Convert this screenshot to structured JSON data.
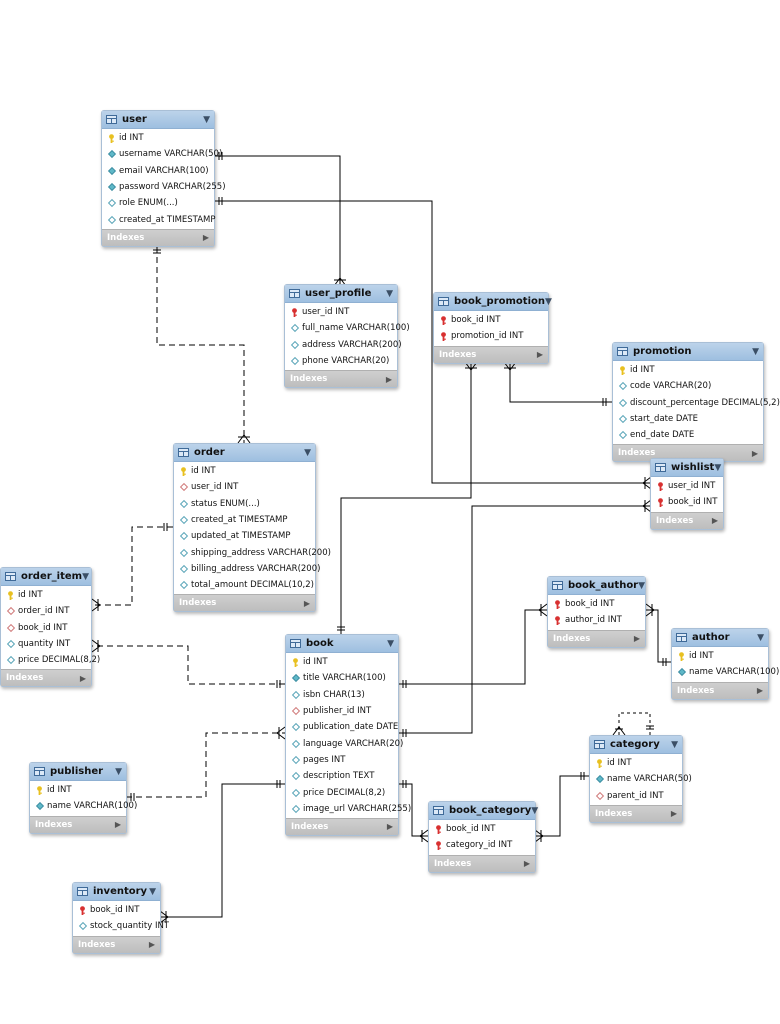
{
  "tables": [
    {
      "id": "user",
      "name": "user",
      "columns": [
        {
          "text": "id INT",
          "icon": "pk"
        },
        {
          "text": "username VARCHAR(50)",
          "icon": "attr"
        },
        {
          "text": "email VARCHAR(100)",
          "icon": "attr"
        },
        {
          "text": "password VARCHAR(255)",
          "icon": "attr"
        },
        {
          "text": "role ENUM(...)",
          "icon": "nullable"
        },
        {
          "text": "created_at TIMESTAMP",
          "icon": "nullable"
        }
      ],
      "indexes": "Indexes"
    },
    {
      "id": "user_profile",
      "name": "user_profile",
      "columns": [
        {
          "text": "user_id INT",
          "icon": "pkfk"
        },
        {
          "text": "full_name VARCHAR(100)",
          "icon": "nullable"
        },
        {
          "text": "address VARCHAR(200)",
          "icon": "nullable"
        },
        {
          "text": "phone VARCHAR(20)",
          "icon": "nullable"
        }
      ],
      "indexes": "Indexes"
    },
    {
      "id": "book_promotion",
      "name": "book_promotion",
      "columns": [
        {
          "text": "book_id INT",
          "icon": "pkfk"
        },
        {
          "text": "promotion_id INT",
          "icon": "pkfk"
        }
      ],
      "indexes": "Indexes"
    },
    {
      "id": "promotion",
      "name": "promotion",
      "columns": [
        {
          "text": "id INT",
          "icon": "pk"
        },
        {
          "text": "code VARCHAR(20)",
          "icon": "nullable"
        },
        {
          "text": "discount_percentage DECIMAL(5,2)",
          "icon": "nullable"
        },
        {
          "text": "start_date DATE",
          "icon": "nullable"
        },
        {
          "text": "end_date DATE",
          "icon": "nullable"
        }
      ],
      "indexes": "Indexes"
    },
    {
      "id": "wishlist",
      "name": "wishlist",
      "columns": [
        {
          "text": "user_id INT",
          "icon": "pkfk"
        },
        {
          "text": "book_id INT",
          "icon": "pkfk"
        }
      ],
      "indexes": "Indexes"
    },
    {
      "id": "order",
      "name": "order",
      "columns": [
        {
          "text": "id INT",
          "icon": "pk"
        },
        {
          "text": "user_id INT",
          "icon": "fk"
        },
        {
          "text": "status ENUM(...)",
          "icon": "nullable"
        },
        {
          "text": "created_at TIMESTAMP",
          "icon": "nullable"
        },
        {
          "text": "updated_at TIMESTAMP",
          "icon": "nullable"
        },
        {
          "text": "shipping_address VARCHAR(200)",
          "icon": "nullable"
        },
        {
          "text": "billing_address VARCHAR(200)",
          "icon": "nullable"
        },
        {
          "text": "total_amount DECIMAL(10,2)",
          "icon": "nullable"
        }
      ],
      "indexes": "Indexes"
    },
    {
      "id": "order_item",
      "name": "order_item",
      "columns": [
        {
          "text": "id INT",
          "icon": "pk"
        },
        {
          "text": "order_id INT",
          "icon": "fk"
        },
        {
          "text": "book_id INT",
          "icon": "fk"
        },
        {
          "text": "quantity INT",
          "icon": "nullable"
        },
        {
          "text": "price DECIMAL(8,2)",
          "icon": "nullable"
        }
      ],
      "indexes": "Indexes"
    },
    {
      "id": "book_author",
      "name": "book_author",
      "columns": [
        {
          "text": "book_id INT",
          "icon": "pkfk"
        },
        {
          "text": "author_id INT",
          "icon": "pkfk"
        }
      ],
      "indexes": "Indexes"
    },
    {
      "id": "author",
      "name": "author",
      "columns": [
        {
          "text": "id INT",
          "icon": "pk"
        },
        {
          "text": "name VARCHAR(100)",
          "icon": "attr"
        }
      ],
      "indexes": "Indexes"
    },
    {
      "id": "book",
      "name": "book",
      "columns": [
        {
          "text": "id INT",
          "icon": "pk"
        },
        {
          "text": "title VARCHAR(100)",
          "icon": "attr"
        },
        {
          "text": "isbn CHAR(13)",
          "icon": "nullable"
        },
        {
          "text": "publisher_id INT",
          "icon": "fk"
        },
        {
          "text": "publication_date DATE",
          "icon": "nullable"
        },
        {
          "text": "language VARCHAR(20)",
          "icon": "nullable"
        },
        {
          "text": "pages INT",
          "icon": "nullable"
        },
        {
          "text": "description TEXT",
          "icon": "nullable"
        },
        {
          "text": "price DECIMAL(8,2)",
          "icon": "nullable"
        },
        {
          "text": "image_url VARCHAR(255)",
          "icon": "nullable"
        }
      ],
      "indexes": "Indexes"
    },
    {
      "id": "category",
      "name": "category",
      "columns": [
        {
          "text": "id INT",
          "icon": "pk"
        },
        {
          "text": "name VARCHAR(50)",
          "icon": "attr"
        },
        {
          "text": "parent_id INT",
          "icon": "fk"
        }
      ],
      "indexes": "Indexes"
    },
    {
      "id": "publisher",
      "name": "publisher",
      "columns": [
        {
          "text": "id INT",
          "icon": "pk"
        },
        {
          "text": "name VARCHAR(100)",
          "icon": "attr"
        }
      ],
      "indexes": "Indexes"
    },
    {
      "id": "book_category",
      "name": "book_category",
      "columns": [
        {
          "text": "book_id INT",
          "icon": "pkfk"
        },
        {
          "text": "category_id INT",
          "icon": "pkfk"
        }
      ],
      "indexes": "Indexes"
    },
    {
      "id": "inventory",
      "name": "inventory",
      "columns": [
        {
          "text": "book_id INT",
          "icon": "pkfk"
        },
        {
          "text": "stock_quantity INT",
          "icon": "nullable"
        }
      ],
      "indexes": "Indexes"
    }
  ],
  "relationships": [
    {
      "from": "user",
      "to": "user_profile",
      "identifying": true,
      "cardinality": "one-to-many"
    },
    {
      "from": "user",
      "to": "wishlist",
      "identifying": true,
      "cardinality": "one-to-many"
    },
    {
      "from": "user",
      "to": "order",
      "identifying": false,
      "cardinality": "one-to-many"
    },
    {
      "from": "book",
      "to": "book_promotion",
      "identifying": true,
      "cardinality": "one-to-many"
    },
    {
      "from": "promotion",
      "to": "book_promotion",
      "identifying": true,
      "cardinality": "one-to-many"
    },
    {
      "from": "book",
      "to": "wishlist",
      "identifying": true,
      "cardinality": "one-to-many"
    },
    {
      "from": "order",
      "to": "order_item",
      "identifying": false,
      "cardinality": "one-to-many"
    },
    {
      "from": "book",
      "to": "order_item",
      "identifying": false,
      "cardinality": "one-to-many"
    },
    {
      "from": "book",
      "to": "book_author",
      "identifying": true,
      "cardinality": "one-to-many"
    },
    {
      "from": "author",
      "to": "book_author",
      "identifying": true,
      "cardinality": "one-to-many"
    },
    {
      "from": "publisher",
      "to": "book",
      "identifying": false,
      "cardinality": "one-to-many"
    },
    {
      "from": "book",
      "to": "book_category",
      "identifying": true,
      "cardinality": "one-to-many"
    },
    {
      "from": "category",
      "to": "book_category",
      "identifying": true,
      "cardinality": "one-to-many"
    },
    {
      "from": "category",
      "to": "category",
      "identifying": false,
      "cardinality": "one-to-many"
    },
    {
      "from": "book",
      "to": "inventory",
      "identifying": true,
      "cardinality": "one-to-many"
    }
  ],
  "colors": {
    "header": "#a4c3e2",
    "pk_key": "#e8c020",
    "fk_key": "#d83030",
    "attr_filled": "#5fb8c8",
    "line": "#000000",
    "indexes_bar": "#c4c4c4"
  }
}
